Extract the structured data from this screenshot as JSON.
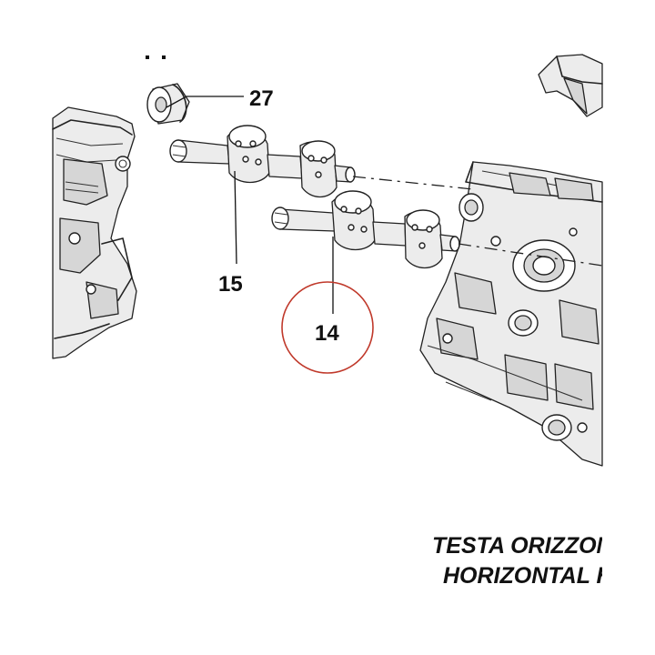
{
  "callouts": [
    {
      "number": "27"
    },
    {
      "number": "15"
    },
    {
      "number": "14"
    }
  ],
  "highlight": {
    "callout": "14",
    "color": "#c0392b"
  },
  "caption": {
    "line1": "TESTA ORIZZONTALE",
    "line2": "HORIZONTAL HEAD"
  }
}
